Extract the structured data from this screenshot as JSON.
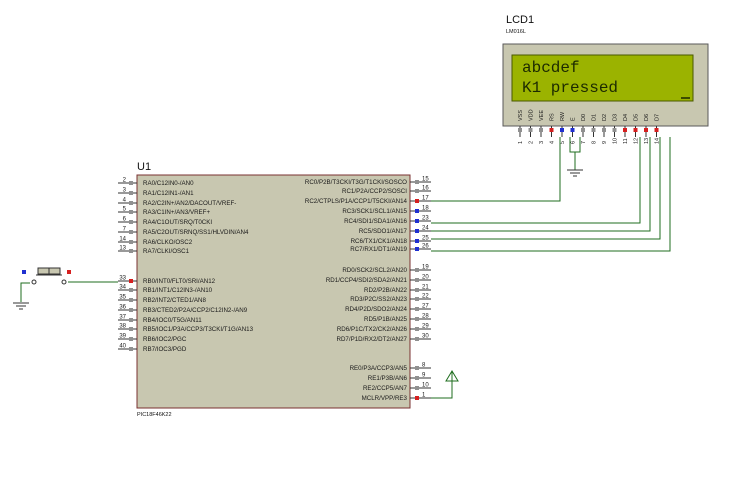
{
  "lcd": {
    "name": "LCD1",
    "model": "LM016L",
    "line1": "abcdef",
    "line2": "K1 pressed",
    "pins": [
      {
        "num": "1",
        "name": "VSS"
      },
      {
        "num": "2",
        "name": "VDD"
      },
      {
        "num": "3",
        "name": "VEE"
      },
      {
        "num": "4",
        "name": "RS"
      },
      {
        "num": "5",
        "name": "RW"
      },
      {
        "num": "6",
        "name": "E"
      },
      {
        "num": "7",
        "name": "D0"
      },
      {
        "num": "8",
        "name": "D1"
      },
      {
        "num": "9",
        "name": "D2"
      },
      {
        "num": "10",
        "name": "D3"
      },
      {
        "num": "11",
        "name": "D4"
      },
      {
        "num": "12",
        "name": "D5"
      },
      {
        "num": "13",
        "name": "D6"
      },
      {
        "num": "14",
        "name": "D7"
      }
    ]
  },
  "mcu": {
    "name": "U1",
    "model": "PIC18F46K22",
    "left_pins": [
      {
        "num": "2",
        "label": "RA0/C12IN0-/AN0"
      },
      {
        "num": "3",
        "label": "RA1/C12IN1-/AN1"
      },
      {
        "num": "4",
        "label": "RA2/C2IN+/AN2/DACOUT/VREF-"
      },
      {
        "num": "5",
        "label": "RA3/C1IN+/AN3/VREF+"
      },
      {
        "num": "6",
        "label": "RA4/C1OUT/SRQ/T0CKI"
      },
      {
        "num": "7",
        "label": "RA5/C2OUT/SRNQ/SS1/HLVDIN/AN4"
      },
      {
        "num": "14",
        "label": "RA6/CLKO/OSC2"
      },
      {
        "num": "13",
        "label": "RA7/CLKI/OSC1"
      },
      {
        "num": "33",
        "label": "RB0/INT0/FLT0/SRI/AN12"
      },
      {
        "num": "34",
        "label": "RB1/INT1/C12IN3-/AN10"
      },
      {
        "num": "35",
        "label": "RB2/INT2/CTED1/AN8"
      },
      {
        "num": "36",
        "label": "RB3/CTED2/P2A/CCP2/C12IN2-/AN9"
      },
      {
        "num": "37",
        "label": "RB4/IOC0/T5G/AN11"
      },
      {
        "num": "38",
        "label": "RB5/IOC1/P3A/CCP3/T3CKI/T1G/AN13"
      },
      {
        "num": "39",
        "label": "RB6/IOC2/PGC"
      },
      {
        "num": "40",
        "label": "RB7/IOC3/PGD"
      }
    ],
    "right_pins": [
      {
        "num": "15",
        "label": "RC0/P2B/T3CKI/T3G/T1CKI/SOSCO"
      },
      {
        "num": "16",
        "label": "RC1/P2A/CCP2/SOSCI"
      },
      {
        "num": "17",
        "label": "RC2/CTPLS/P1A/CCP1/T5CKI/AN14"
      },
      {
        "num": "18",
        "label": "RC3/SCK1/SCL1/AN15"
      },
      {
        "num": "23",
        "label": "RC4/SDI1/SDA1/AN16"
      },
      {
        "num": "24",
        "label": "RC5/SDO1/AN17"
      },
      {
        "num": "25",
        "label": "RC6/TX1/CK1/AN18"
      },
      {
        "num": "26",
        "label": "RC7/RX1/DT1/AN19"
      },
      {
        "num": "19",
        "label": "RD0/SCK2/SCL2/AN20"
      },
      {
        "num": "20",
        "label": "RD1/CCP4/SDI2/SDA2/AN21"
      },
      {
        "num": "21",
        "label": "RD2/P2B/AN22"
      },
      {
        "num": "22",
        "label": "RD3/P2C/SS2/AN23"
      },
      {
        "num": "27",
        "label": "RD4/P2D/SDO2/AN24"
      },
      {
        "num": "28",
        "label": "RD5/P1B/AN25"
      },
      {
        "num": "29",
        "label": "RD6/P1C/TX2/CK2/AN26"
      },
      {
        "num": "30",
        "label": "RD7/P1D/RX2/DT2/AN27"
      },
      {
        "num": "8",
        "label": "RE0/P3A/CCP3/AN5"
      },
      {
        "num": "9",
        "label": "RE1/P3B/AN6"
      },
      {
        "num": "10",
        "label": "RE2/CCP5/AN7"
      },
      {
        "num": "1",
        "label": "MCLR/VPP/RE3"
      }
    ]
  },
  "colors": {
    "chip_fill": "#c8c7b0",
    "chip_border": "#7a3030",
    "lcd_screen": "#9bb300",
    "wire": "#1f6e1f",
    "pin_high": "#d62020",
    "pin_low": "#2030d0",
    "pin_undef": "#909090"
  },
  "icons": [
    "push-button-icon",
    "ground-icon",
    "power-terminal-icon"
  ]
}
